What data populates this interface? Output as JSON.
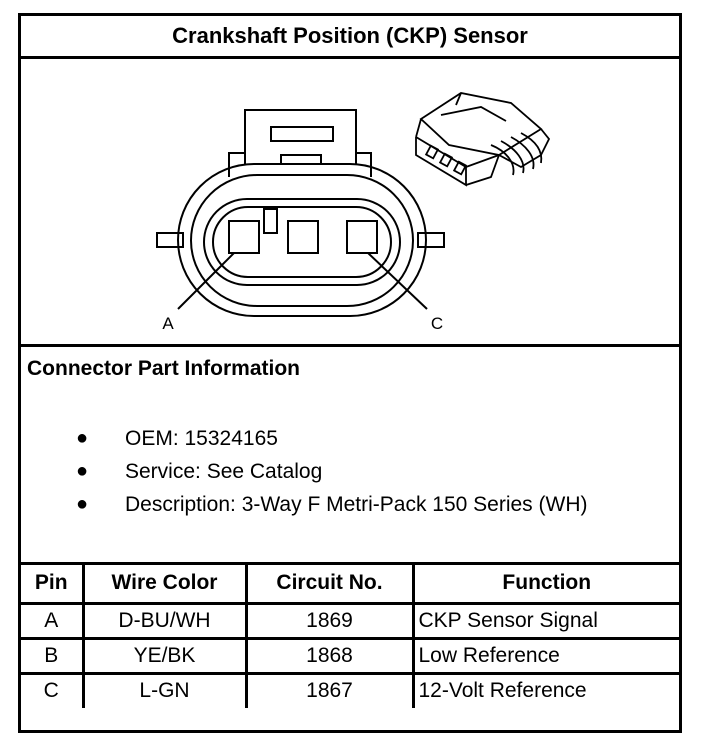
{
  "title": "Crankshaft Position (CKP) Sensor",
  "figure": {
    "pin_labels": [
      "A",
      "C"
    ]
  },
  "info": {
    "heading": "Connector Part Information",
    "items": [
      "OEM: 15324165",
      "Service: See Catalog",
      "Description: 3-Way F Metri-Pack 150 Series (WH)"
    ]
  },
  "table": {
    "headers": [
      "Pin",
      "Wire Color",
      "Circuit No.",
      "Function"
    ],
    "rows": [
      [
        "A",
        "D-BU/WH",
        "1869",
        "CKP Sensor Signal"
      ],
      [
        "B",
        "YE/BK",
        "1868",
        "Low Reference"
      ],
      [
        "C",
        "L-GN",
        "1867",
        "12-Volt Reference"
      ]
    ]
  }
}
